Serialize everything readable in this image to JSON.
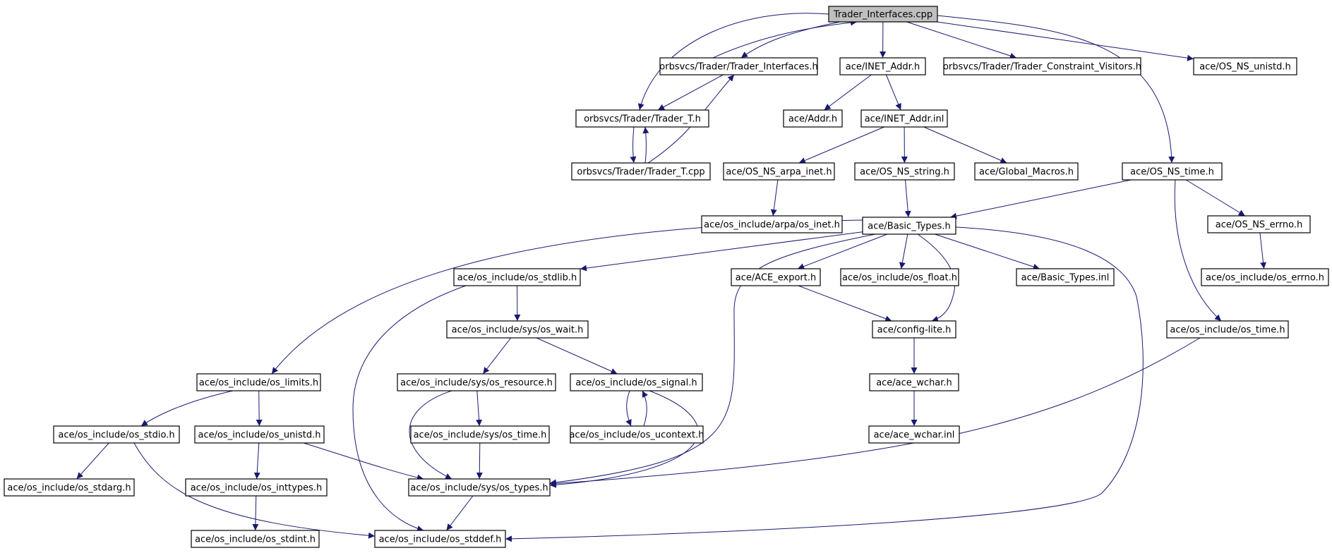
{
  "diagram": {
    "type": "include-dependency-graph",
    "colors": {
      "edge": "#191970",
      "root_fill": "#bfbfbf",
      "node_fill": "#ffffff",
      "border": "#000000"
    },
    "nodes": [
      {
        "id": "n_root",
        "label": "Trader_Interfaces.cpp"
      },
      {
        "id": "n_trader_interfaces_h",
        "label": "orbsvcs/Trader/Trader_Interfaces.h"
      },
      {
        "id": "n_inet_addr_h",
        "label": "ace/INET_Addr.h"
      },
      {
        "id": "n_constraint_visitors",
        "label": "orbsvcs/Trader/Trader_Constraint_Visitors.h"
      },
      {
        "id": "n_os_ns_unistd",
        "label": "ace/OS_NS_unistd.h"
      },
      {
        "id": "n_trader_t_h",
        "label": "orbsvcs/Trader/Trader_T.h"
      },
      {
        "id": "n_addr_h",
        "label": "ace/Addr.h"
      },
      {
        "id": "n_inet_addr_inl",
        "label": "ace/INET_Addr.inl"
      },
      {
        "id": "n_trader_t_cpp",
        "label": "orbsvcs/Trader/Trader_T.cpp"
      },
      {
        "id": "n_os_ns_arpa_inet",
        "label": "ace/OS_NS_arpa_inet.h"
      },
      {
        "id": "n_os_ns_string",
        "label": "ace/OS_NS_string.h"
      },
      {
        "id": "n_global_macros",
        "label": "ace/Global_Macros.h"
      },
      {
        "id": "n_os_ns_time",
        "label": "ace/OS_NS_time.h"
      },
      {
        "id": "n_arpa_os_inet",
        "label": "ace/os_include/arpa/os_inet.h"
      },
      {
        "id": "n_basic_types_h",
        "label": "ace/Basic_Types.h"
      },
      {
        "id": "n_os_ns_errno",
        "label": "ace/OS_NS_errno.h"
      },
      {
        "id": "n_os_stdlib",
        "label": "ace/os_include/os_stdlib.h"
      },
      {
        "id": "n_ace_export",
        "label": "ace/ACE_export.h"
      },
      {
        "id": "n_os_float",
        "label": "ace/os_include/os_float.h"
      },
      {
        "id": "n_basic_types_inl",
        "label": "ace/Basic_Types.inl"
      },
      {
        "id": "n_os_errno",
        "label": "ace/os_include/os_errno.h"
      },
      {
        "id": "n_sys_os_wait",
        "label": "ace/os_include/sys/os_wait.h"
      },
      {
        "id": "n_config_lite",
        "label": "ace/config-lite.h"
      },
      {
        "id": "n_os_time",
        "label": "ace/os_include/os_time.h"
      },
      {
        "id": "n_os_limits",
        "label": "ace/os_include/os_limits.h"
      },
      {
        "id": "n_sys_os_resource",
        "label": "ace/os_include/sys/os_resource.h"
      },
      {
        "id": "n_os_signal",
        "label": "ace/os_include/os_signal.h"
      },
      {
        "id": "n_ace_wchar_h",
        "label": "ace/ace_wchar.h"
      },
      {
        "id": "n_os_stdio",
        "label": "ace/os_include/os_stdio.h"
      },
      {
        "id": "n_os_unistd",
        "label": "ace/os_include/os_unistd.h"
      },
      {
        "id": "n_sys_os_time",
        "label": "ace/os_include/sys/os_time.h"
      },
      {
        "id": "n_os_ucontext",
        "label": "ace/os_include/os_ucontext.h"
      },
      {
        "id": "n_ace_wchar_inl",
        "label": "ace/ace_wchar.inl"
      },
      {
        "id": "n_os_stdarg",
        "label": "ace/os_include/os_stdarg.h"
      },
      {
        "id": "n_os_inttypes",
        "label": "ace/os_include/os_inttypes.h"
      },
      {
        "id": "n_sys_os_types",
        "label": "ace/os_include/sys/os_types.h"
      },
      {
        "id": "n_os_stdint",
        "label": "ace/os_include/os_stdint.h"
      },
      {
        "id": "n_os_stddef",
        "label": "ace/os_include/os_stddef.h"
      }
    ],
    "edges": [
      {
        "from": "n_root",
        "to": "n_trader_interfaces_h"
      },
      {
        "from": "n_root",
        "to": "n_trader_t_h"
      },
      {
        "from": "n_root",
        "to": "n_inet_addr_h"
      },
      {
        "from": "n_root",
        "to": "n_constraint_visitors"
      },
      {
        "from": "n_root",
        "to": "n_os_ns_time"
      },
      {
        "from": "n_root",
        "to": "n_os_ns_unistd"
      },
      {
        "from": "n_trader_interfaces_h",
        "to": "n_root"
      },
      {
        "from": "n_trader_interfaces_h",
        "to": "n_trader_t_h"
      },
      {
        "from": "n_trader_t_h",
        "to": "n_trader_t_cpp"
      },
      {
        "from": "n_trader_t_cpp",
        "to": "n_trader_t_h"
      },
      {
        "from": "n_trader_t_cpp",
        "to": "n_trader_interfaces_h"
      },
      {
        "from": "n_inet_addr_h",
        "to": "n_addr_h"
      },
      {
        "from": "n_inet_addr_h",
        "to": "n_inet_addr_inl"
      },
      {
        "from": "n_inet_addr_inl",
        "to": "n_os_ns_arpa_inet"
      },
      {
        "from": "n_inet_addr_inl",
        "to": "n_os_ns_string"
      },
      {
        "from": "n_inet_addr_inl",
        "to": "n_global_macros"
      },
      {
        "from": "n_os_ns_arpa_inet",
        "to": "n_arpa_os_inet"
      },
      {
        "from": "n_os_ns_string",
        "to": "n_basic_types_h"
      },
      {
        "from": "n_os_ns_time",
        "to": "n_basic_types_h"
      },
      {
        "from": "n_os_ns_time",
        "to": "n_os_ns_errno"
      },
      {
        "from": "n_os_ns_time",
        "to": "n_os_time"
      },
      {
        "from": "n_os_ns_errno",
        "to": "n_os_errno"
      },
      {
        "from": "n_basic_types_h",
        "to": "n_os_limits"
      },
      {
        "from": "n_basic_types_h",
        "to": "n_os_stdlib"
      },
      {
        "from": "n_basic_types_h",
        "to": "n_sys_os_types"
      },
      {
        "from": "n_basic_types_h",
        "to": "n_ace_export"
      },
      {
        "from": "n_basic_types_h",
        "to": "n_os_float"
      },
      {
        "from": "n_basic_types_h",
        "to": "n_config_lite"
      },
      {
        "from": "n_basic_types_h",
        "to": "n_basic_types_inl"
      },
      {
        "from": "n_basic_types_h",
        "to": "n_os_stddef"
      },
      {
        "from": "n_os_stdlib",
        "to": "n_sys_os_wait"
      },
      {
        "from": "n_os_stdlib",
        "to": "n_os_stddef"
      },
      {
        "from": "n_sys_os_wait",
        "to": "n_sys_os_resource"
      },
      {
        "from": "n_sys_os_wait",
        "to": "n_os_signal"
      },
      {
        "from": "n_sys_os_resource",
        "to": "n_sys_os_time"
      },
      {
        "from": "n_sys_os_resource",
        "to": "n_sys_os_types"
      },
      {
        "from": "n_sys_os_time",
        "to": "n_sys_os_types"
      },
      {
        "from": "n_os_signal",
        "to": "n_os_ucontext"
      },
      {
        "from": "n_os_ucontext",
        "to": "n_os_signal"
      },
      {
        "from": "n_os_signal",
        "to": "n_sys_os_types"
      },
      {
        "from": "n_ace_export",
        "to": "n_config_lite"
      },
      {
        "from": "n_config_lite",
        "to": "n_ace_wchar_h"
      },
      {
        "from": "n_ace_wchar_h",
        "to": "n_ace_wchar_inl"
      },
      {
        "from": "n_os_time",
        "to": "n_sys_os_types"
      },
      {
        "from": "n_os_limits",
        "to": "n_os_stdio"
      },
      {
        "from": "n_os_limits",
        "to": "n_os_unistd"
      },
      {
        "from": "n_os_stdio",
        "to": "n_os_stdarg"
      },
      {
        "from": "n_os_stdio",
        "to": "n_os_stddef"
      },
      {
        "from": "n_os_unistd",
        "to": "n_os_inttypes"
      },
      {
        "from": "n_os_unistd",
        "to": "n_sys_os_types"
      },
      {
        "from": "n_os_inttypes",
        "to": "n_os_stdint"
      },
      {
        "from": "n_sys_os_types",
        "to": "n_os_stddef"
      }
    ]
  }
}
